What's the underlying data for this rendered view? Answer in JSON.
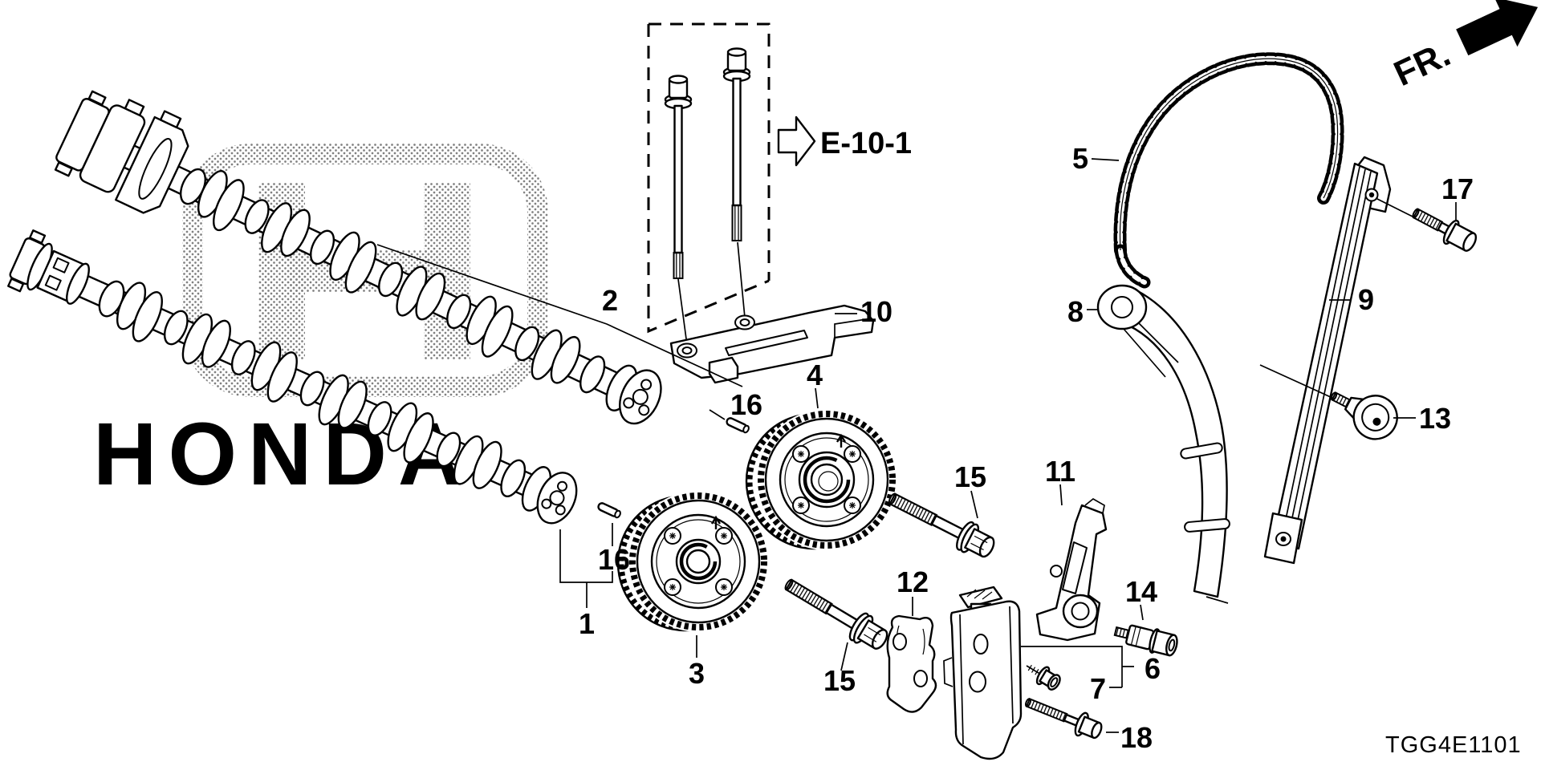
{
  "diagram": {
    "code": "TGG4E1101",
    "fr_label": "FR.",
    "ref_label": "E-10-1",
    "watermark": {
      "logo_letter": "H",
      "brand_text": "HONDA"
    },
    "colors": {
      "line": "#000000",
      "background": "#ffffff",
      "halftone": "#6b6b6b"
    },
    "callouts": [
      {
        "number": "1"
      },
      {
        "number": "2"
      },
      {
        "number": "3"
      },
      {
        "number": "4"
      },
      {
        "number": "5"
      },
      {
        "number": "6"
      },
      {
        "number": "7"
      },
      {
        "number": "8"
      },
      {
        "number": "9"
      },
      {
        "number": "10"
      },
      {
        "number": "11"
      },
      {
        "number": "12"
      },
      {
        "number": "13"
      },
      {
        "number": "14"
      },
      {
        "number": "15"
      },
      {
        "number": "15"
      },
      {
        "number": "16"
      },
      {
        "number": "16"
      },
      {
        "number": "17"
      },
      {
        "number": "18"
      }
    ]
  }
}
